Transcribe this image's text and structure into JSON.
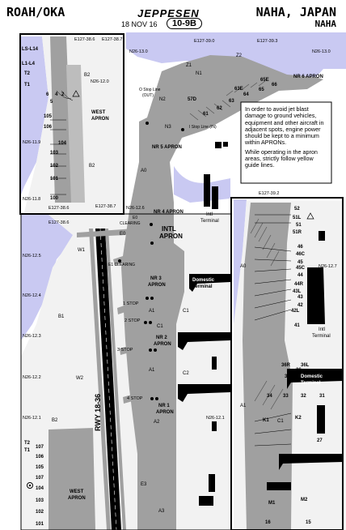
{
  "header": {
    "icao_iata": "ROAH/OKA",
    "brand": "JEPPESEN",
    "date": "18 NOV 16",
    "chart_number": "10-9B",
    "location": "NAHA, JAPAN",
    "airport": "NAHA"
  },
  "note": {
    "para1": "In order to avoid jet blast damage to ground vehicles, equipment and other aircraft in adjacent spots, engine power should be kept to a minimum within APRONs.",
    "para2": "While operating in the apron areas, strictly follow yellow guide lines."
  },
  "coords": {
    "e1386": "E127-38.6",
    "e1387": "E127-38.7",
    "e1390": "E127-39.0",
    "e1393": "E127-39.3",
    "e1392": "E127-39.2",
    "e1386b": "E127-38.6",
    "e1387b": "E127-38.7",
    "e1386c": "E127-38.6",
    "n130": "N26-13.0",
    "n130b": "N26-13.0",
    "n120": "N26-12.0",
    "n119": "N26-11.9",
    "n118": "N26-11.8",
    "n126": "N26-12.6",
    "n125": "N26-12.5",
    "n124": "N26-12.4",
    "n123": "N26-12.3",
    "n122": "N26-12.2",
    "n121": "N26-12.1",
    "n121b": "N26-12.1",
    "n127": "N26-12.7"
  },
  "labels": {
    "ls_l14": "LS-L14",
    "l1_l4": "L1-L4",
    "t2": "T2",
    "t1": "T1",
    "b2": "B2",
    "b2b": "B2",
    "west_apron": "WEST",
    "west_apron2": "APRON",
    "s6": "6",
    "s4": "4",
    "s2": "2",
    "s5": "5",
    "s105": "105",
    "s106": "106",
    "s104": "104",
    "s103": "103",
    "s102": "102",
    "s101": "101",
    "s100": "100",
    "z1": "Z1",
    "z2": "Z2",
    "n1": "N1",
    "n2": "N2",
    "n3": "N3",
    "o_stop": "O Stop Line",
    "o_stop2": "(OUT)",
    "i_stop": "I Stop Line (IN)",
    "s57d": "57D",
    "s61": "61",
    "s62": "62",
    "s63": "63",
    "s63e": "63E",
    "s64": "64",
    "s65": "65",
    "s65e": "65E",
    "s66": "66",
    "nr6": "NR 6 APRON",
    "nr5": "NR 5 APRON",
    "a0": "A0",
    "a0b": "A0",
    "nr4": "NR 4 APRON",
    "intl1": "INTL",
    "intl2": "APRON",
    "intl_term1": "Intl",
    "intl_term2": "Terminal",
    "e0": "E0",
    "e0_clear": "E0",
    "e0_clear2": "CLEARING",
    "e1_clear": "E1 CLEARING",
    "w1": "W1",
    "w2": "W2",
    "b1": "B1",
    "nr3a": "NR 3",
    "nr3b": "APRON",
    "dom1": "Domestic",
    "dom2": "Terminal",
    "stop1": "1 STOP",
    "stop2": "2 STOP",
    "stop3": "3 STOP",
    "stop4": "4 STOP",
    "a1": "A1",
    "a1b": "A1",
    "c1": "C1",
    "c1b": "C1",
    "c2": "C2",
    "nr2a": "NR 2",
    "nr2b": "APRON",
    "nr1a": "NR 1",
    "nr1b": "APRON",
    "a2": "A2",
    "a3": "A3",
    "e3": "E3",
    "rwy": "RWY 18-36",
    "t2b": "T2",
    "t1b": "T1",
    "s107": "107",
    "s106b": "106",
    "s105b": "105",
    "s104b": "104",
    "s103b": "103",
    "s102b": "102",
    "s101b": "101",
    "west_b1": "WEST",
    "west_b2": "APRON",
    "s107a": "107",
    "s52": "52",
    "s51l": "51L",
    "s51": "51",
    "s51r": "51R",
    "s46": "46",
    "s46c": "46C",
    "s45": "45",
    "s45c": "45C",
    "s44": "44",
    "s44r": "44R",
    "s43l": "43L",
    "s43": "43",
    "s42": "42",
    "s42l": "42L",
    "s41": "41",
    "intl_t2a": "Intl",
    "intl_t2b": "Terminal",
    "s36l": "36L",
    "s36r": "36R",
    "s36": "36",
    "s35": "35",
    "s34": "34",
    "s33": "33",
    "s32": "32",
    "s31": "31",
    "s27": "27",
    "dom_t2a": "Domestic",
    "dom_t2b": "Terminal",
    "k1": "K1",
    "k2": "K2",
    "c1r": "C1",
    "a1r": "A1",
    "m1": "M1",
    "m2": "M2",
    "s16": "16",
    "s15": "15"
  }
}
